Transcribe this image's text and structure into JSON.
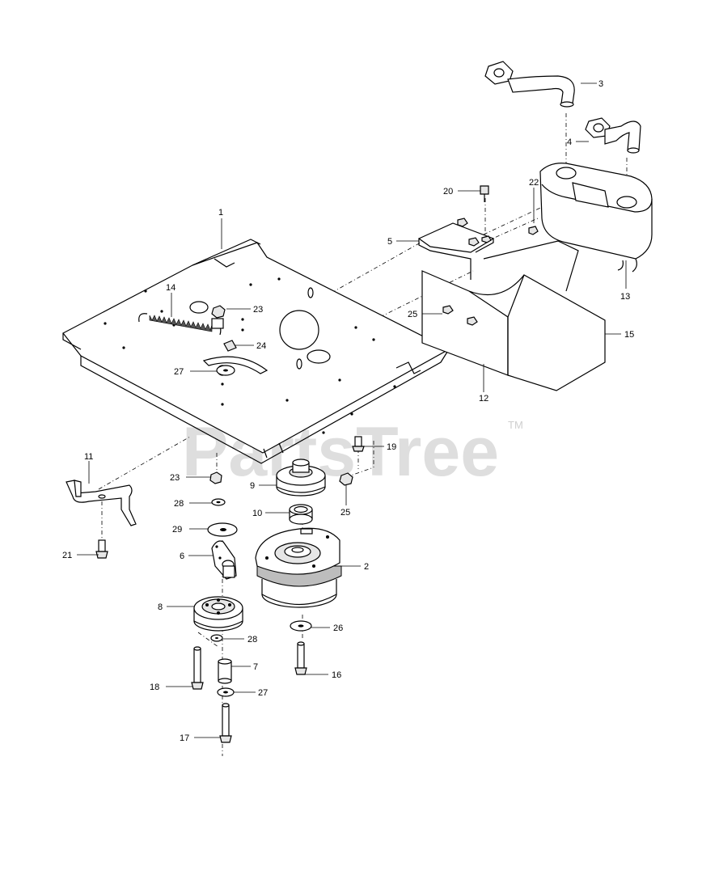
{
  "watermark": {
    "text": "PartsTree",
    "tm": "TM"
  },
  "callouts": {
    "c1": "1",
    "c2": "2",
    "c3": "3",
    "c4": "4",
    "c5": "5",
    "c6": "6",
    "c7": "7",
    "c8": "8",
    "c9": "9",
    "c10": "10",
    "c11": "11",
    "c12": "12",
    "c13": "13",
    "c14": "14",
    "c15": "15",
    "c16": "16",
    "c17": "17",
    "c18": "18",
    "c19": "19",
    "c20": "20",
    "c21": "21",
    "c22": "22",
    "c23a": "23",
    "c23b": "23",
    "c24": "24",
    "c25a": "25",
    "c25b": "25",
    "c26": "26",
    "c27a": "27",
    "c27b": "27",
    "c28a": "28",
    "c28b": "28",
    "c29": "29"
  }
}
